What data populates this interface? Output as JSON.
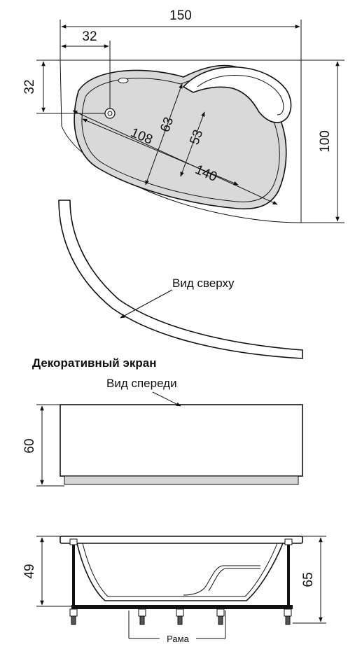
{
  "top_view": {
    "width": "150",
    "drain_offset_x": "32",
    "drain_offset_y": "32",
    "depth": "100",
    "basin_length": "140",
    "inner_length": "108",
    "inner_width_a": "63",
    "inner_width_b": "53"
  },
  "screen": {
    "label_top_view": "Вид сверху",
    "heading": "Декоративный экран",
    "label_front_view": "Вид спереди",
    "height": "60"
  },
  "side_view": {
    "bath_height": "49",
    "total_height": "65",
    "frame_label": "Рама"
  }
}
